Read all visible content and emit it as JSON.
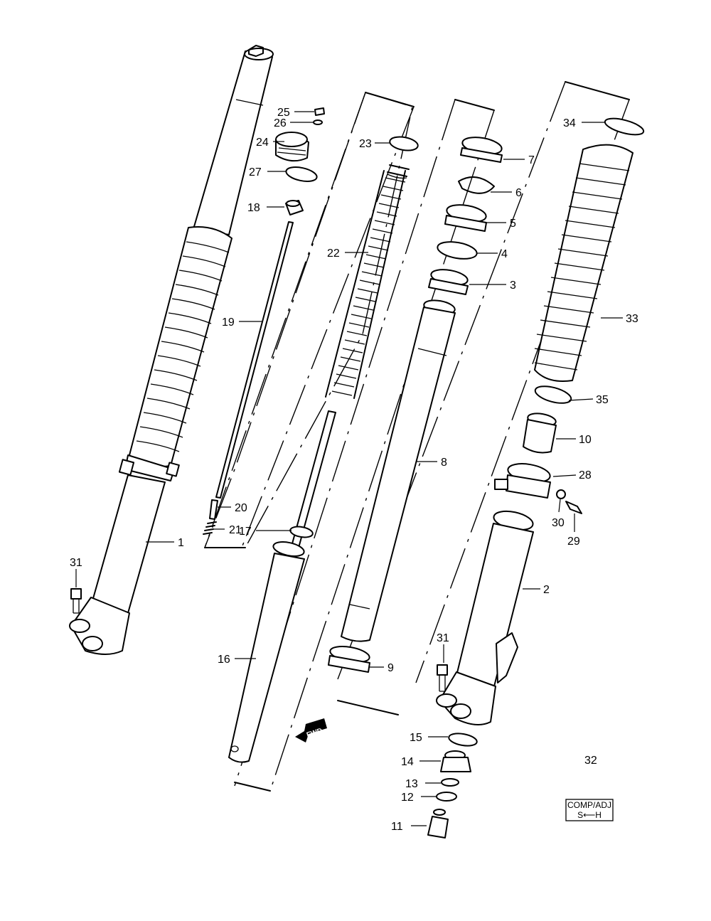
{
  "callouts": [
    {
      "id": "c1",
      "label": "1"
    },
    {
      "id": "c2",
      "label": "2"
    },
    {
      "id": "c3",
      "label": "3"
    },
    {
      "id": "c4",
      "label": "4"
    },
    {
      "id": "c5",
      "label": "5"
    },
    {
      "id": "c6",
      "label": "6"
    },
    {
      "id": "c7",
      "label": "7"
    },
    {
      "id": "c8",
      "label": "8"
    },
    {
      "id": "c9",
      "label": "9"
    },
    {
      "id": "c10",
      "label": "10"
    },
    {
      "id": "c11",
      "label": "11"
    },
    {
      "id": "c12",
      "label": "12"
    },
    {
      "id": "c13",
      "label": "13"
    },
    {
      "id": "c14",
      "label": "14"
    },
    {
      "id": "c15",
      "label": "15"
    },
    {
      "id": "c16",
      "label": "16"
    },
    {
      "id": "c17",
      "label": "17"
    },
    {
      "id": "c18",
      "label": "18"
    },
    {
      "id": "c19",
      "label": "19"
    },
    {
      "id": "c20",
      "label": "20"
    },
    {
      "id": "c21",
      "label": "21"
    },
    {
      "id": "c22",
      "label": "22"
    },
    {
      "id": "c23",
      "label": "23"
    },
    {
      "id": "c24",
      "label": "24"
    },
    {
      "id": "c25",
      "label": "25"
    },
    {
      "id": "c26",
      "label": "26"
    },
    {
      "id": "c27",
      "label": "27"
    },
    {
      "id": "c28",
      "label": "28"
    },
    {
      "id": "c29",
      "label": "29"
    },
    {
      "id": "c30",
      "label": "30"
    },
    {
      "id": "c31a",
      "label": "31"
    },
    {
      "id": "c31b",
      "label": "31"
    },
    {
      "id": "c32",
      "label": "32"
    },
    {
      "id": "c33",
      "label": "33"
    },
    {
      "id": "c34",
      "label": "34"
    },
    {
      "id": "c35",
      "label": "35"
    }
  ],
  "comp_adj_box": {
    "line1": "COMP/ADJ",
    "line2": "S⟵H"
  },
  "fwd_label": "FWD"
}
